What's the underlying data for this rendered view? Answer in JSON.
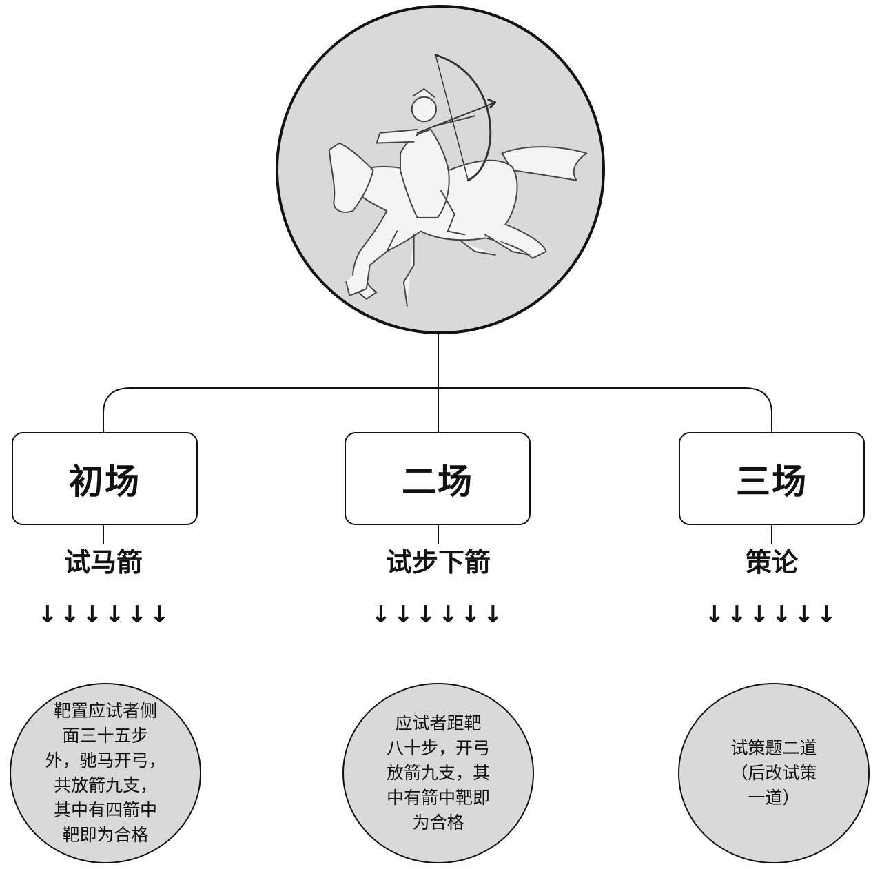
{
  "root": {
    "image": "mounted-archer-illustration"
  },
  "stages": [
    {
      "title": "初场",
      "subtitle": "试马箭",
      "arrows": "↓↓↓↓↓↓",
      "description": "靶置应试者侧\n面三十五步\n外，驰马开弓，\n共放箭九支，\n其中有四箭中\n靶即为合格"
    },
    {
      "title": "二场",
      "subtitle": "试步下箭",
      "arrows": "↓↓↓↓↓↓",
      "description": "应试者距靶\n八十步，开弓\n放箭九支，其\n中有箭中靶即\n为合格"
    },
    {
      "title": "三场",
      "subtitle": "策论",
      "arrows": "↓↓↓↓↓↓",
      "description": "试策题二道\n（后改试策\n一道）"
    }
  ],
  "colors": {
    "circle_fill": "#d9d9d9",
    "line": "#111111"
  }
}
